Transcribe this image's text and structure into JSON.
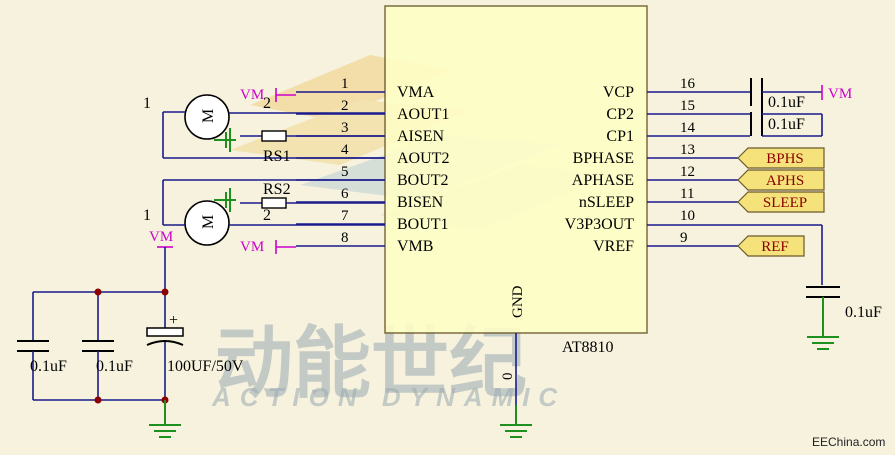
{
  "chip": {
    "name": "AT8810",
    "gnd_label": "GND",
    "left_pins": [
      {
        "num": "1",
        "name": "VMA",
        "net": "VM"
      },
      {
        "num": "2",
        "name": "AOUT1"
      },
      {
        "num": "3",
        "name": "AISEN"
      },
      {
        "num": "4",
        "name": "AOUT2"
      },
      {
        "num": "5",
        "name": "BOUT2"
      },
      {
        "num": "6",
        "name": "BISEN"
      },
      {
        "num": "7",
        "name": "BOUT1"
      },
      {
        "num": "8",
        "name": "VMB",
        "net": "VM"
      }
    ],
    "right_pins": [
      {
        "num": "16",
        "name": "VCP"
      },
      {
        "num": "15",
        "name": "CP2"
      },
      {
        "num": "14",
        "name": "CP1"
      },
      {
        "num": "13",
        "name": "BPHASE",
        "port": "BPHS"
      },
      {
        "num": "12",
        "name": "APHASE",
        "port": "APHS"
      },
      {
        "num": "11",
        "name": "nSLEEP",
        "port": "SLEEP"
      },
      {
        "num": "10",
        "name": "V3P3OUT"
      },
      {
        "num": "9",
        "name": "VREF",
        "port": "REF"
      }
    ]
  },
  "motors": [
    {
      "letter": "M",
      "pin1": "1",
      "pin2": "2",
      "sense": "RS1"
    },
    {
      "letter": "M",
      "pin1": "1",
      "pin2": "2",
      "sense": "RS2"
    }
  ],
  "caps": {
    "cp1": "0.1uF",
    "cp2": "0.1uF",
    "v3p3": "0.1uF",
    "bulk": [
      "0.1uF",
      "0.1uF",
      "100UF/50V"
    ]
  },
  "vm_label": "VM",
  "gnd_pin_num": "0",
  "watermark": {
    "cn": "动能世纪",
    "en": "ACTION DYNAMIC"
  },
  "credit": "EEChina.com",
  "colors": {
    "chip_fill": "#ffffc6",
    "wire": "#1a1a8c",
    "power": "#cc00cc",
    "ground": "#1f8f1f",
    "port_fill": "#f5e27a",
    "port_text": "#8b0000",
    "background": "#f6f2dd"
  }
}
